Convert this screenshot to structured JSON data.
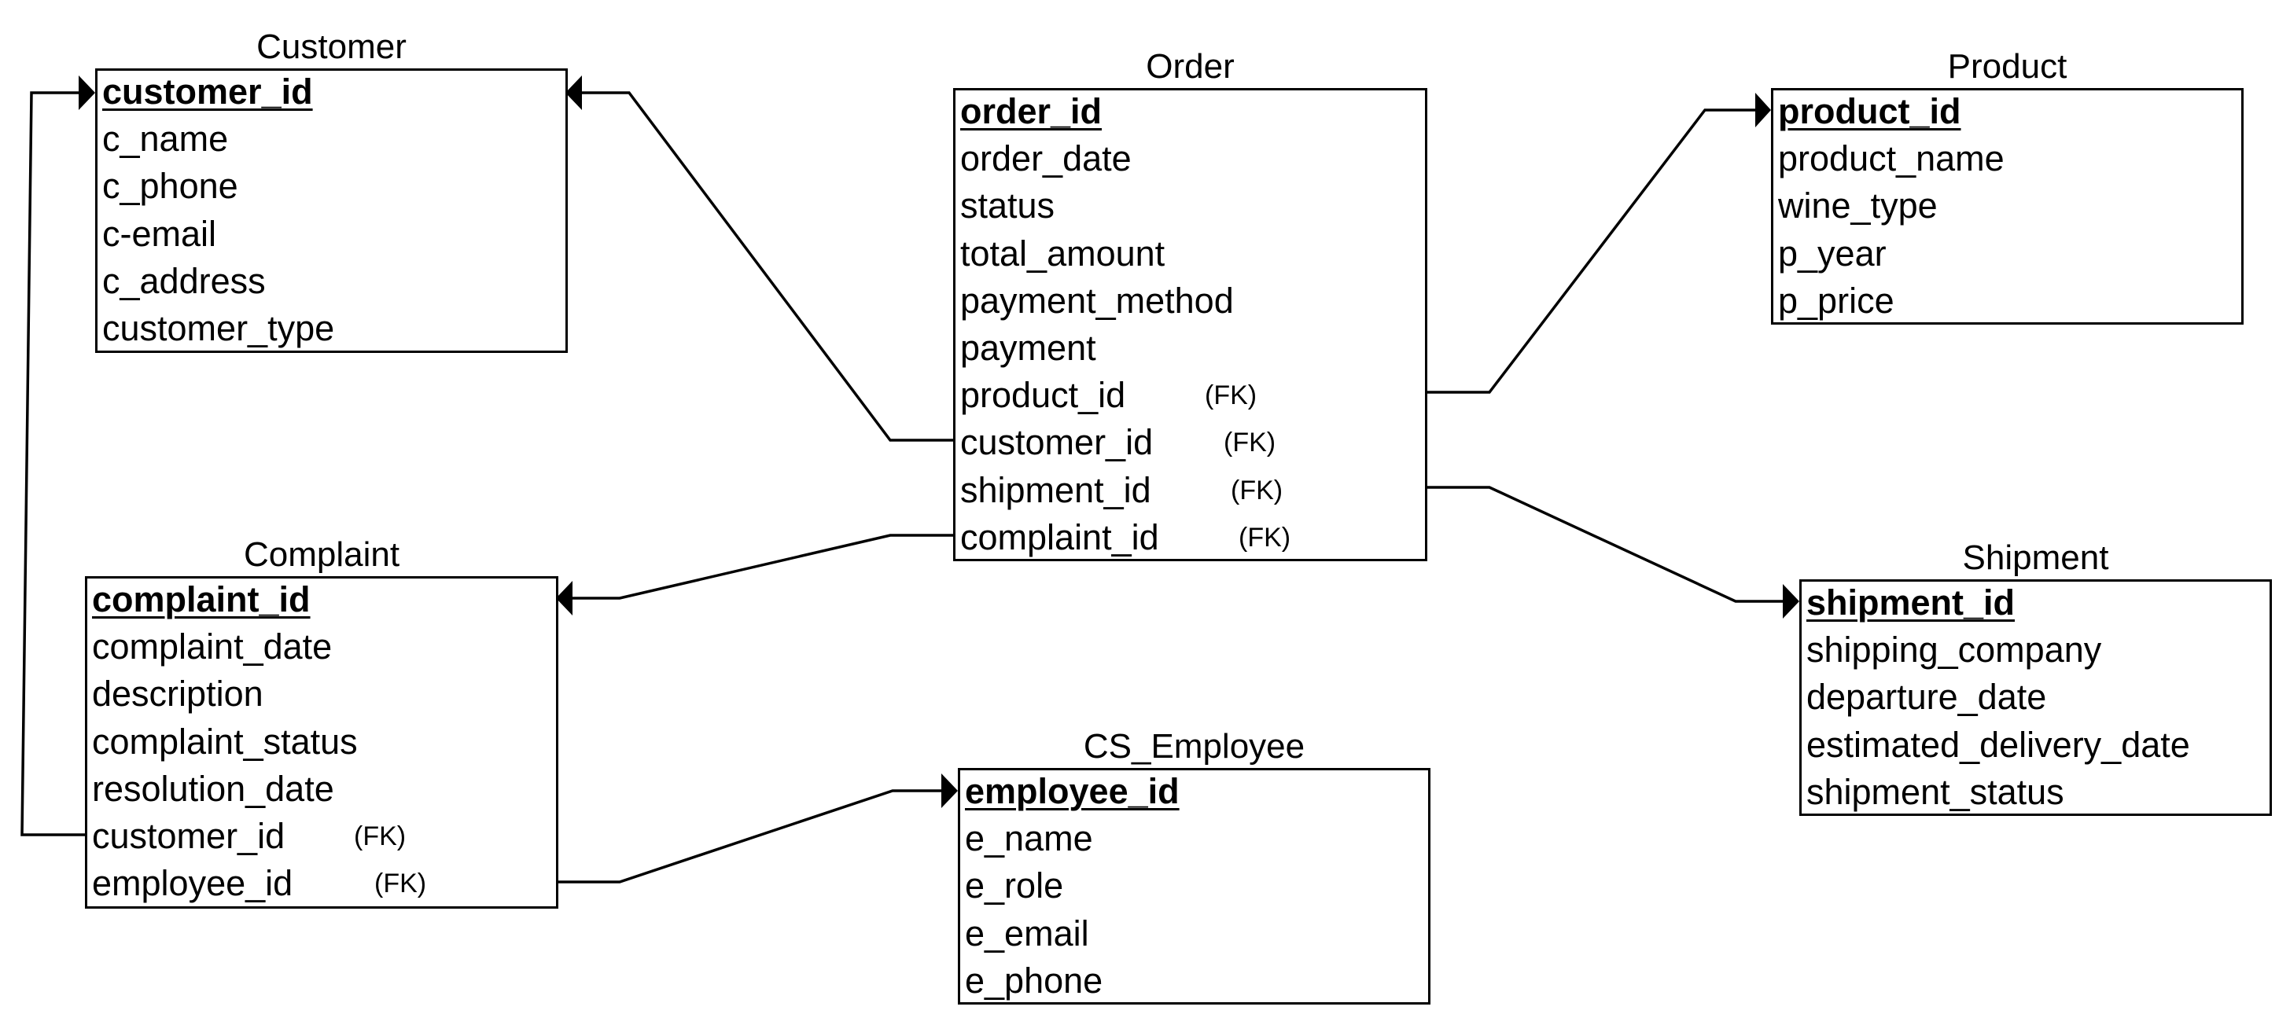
{
  "diagram": {
    "entities": {
      "customer": {
        "title": "Customer",
        "primary_key": "customer_id",
        "attributes": [
          "c_name",
          "c_phone",
          "c-email",
          "c_address",
          "customer_type"
        ]
      },
      "order": {
        "title": "Order",
        "primary_key": "order_id",
        "attributes": [
          "order_date",
          "status",
          "total_amount",
          "payment_method",
          "payment"
        ],
        "foreign_keys": [
          {
            "name": "product_id",
            "tag": "(FK)"
          },
          {
            "name": "customer_id",
            "tag": "(FK)"
          },
          {
            "name": "shipment_id",
            "tag": "(FK)"
          },
          {
            "name": "complaint_id",
            "tag": "(FK)"
          }
        ]
      },
      "product": {
        "title": "Product",
        "primary_key": "product_id",
        "attributes": [
          "product_name",
          "wine_type",
          "p_year",
          "p_price"
        ]
      },
      "complaint": {
        "title": "Complaint",
        "primary_key": "complaint_id",
        "attributes": [
          "complaint_date",
          "description",
          "complaint_status",
          "resolution_date"
        ],
        "foreign_keys": [
          {
            "name": "customer_id",
            "tag": "(FK)"
          },
          {
            "name": "employee_id",
            "tag": "(FK)"
          }
        ]
      },
      "shipment": {
        "title": "Shipment",
        "primary_key": "shipment_id",
        "attributes": [
          "shipping_company",
          "departure_date",
          "estimated_delivery_date",
          "shipment_status"
        ]
      },
      "cs_employee": {
        "title": "CS_Employee",
        "primary_key": "employee_id",
        "attributes": [
          "e_name",
          "e_role",
          "e_email",
          "e_phone"
        ]
      }
    },
    "relationships": [
      {
        "from": "order.product_id",
        "to": "product.product_id"
      },
      {
        "from": "order.customer_id",
        "to": "customer.customer_id"
      },
      {
        "from": "order.shipment_id",
        "to": "shipment.shipment_id"
      },
      {
        "from": "order.complaint_id",
        "to": "complaint.complaint_id"
      },
      {
        "from": "complaint.customer_id",
        "to": "customer.customer_id"
      },
      {
        "from": "complaint.employee_id",
        "to": "cs_employee.employee_id"
      }
    ]
  }
}
